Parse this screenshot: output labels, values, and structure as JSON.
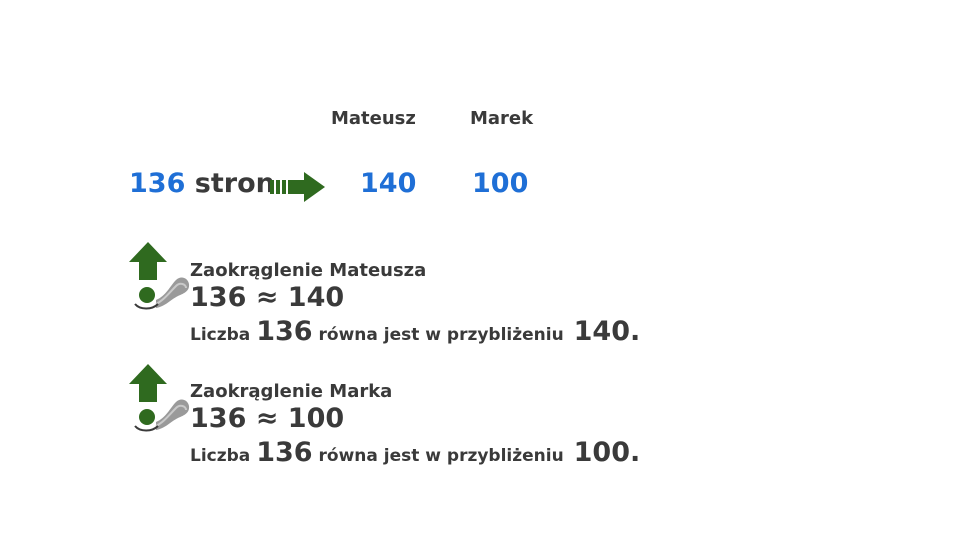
{
  "columns": {
    "first": "Mateusz",
    "second": "Marek"
  },
  "top_row": {
    "value": "136",
    "unit": "stron",
    "first_value": "140",
    "second_value": "100"
  },
  "sections": [
    {
      "title": "Zaokrąglenie Mateusza",
      "formula": "136 ≈ 140",
      "sentence_prefix": "Liczba",
      "sentence_num": "136",
      "sentence_middle": "równa jest w przybliżeniu",
      "sentence_result": "140."
    },
    {
      "title": "Zaokrąglenie Marka",
      "formula": "136 ≈ 100",
      "sentence_prefix": "Liczba",
      "sentence_num": "136",
      "sentence_middle": "równa jest w przybliżeniu",
      "sentence_result": "100."
    }
  ],
  "colors": {
    "accent_blue": "#1f6fd6",
    "icon_green": "#2f6a1f",
    "text_dark": "#3a3a3a"
  },
  "icons": {
    "arrow": "right-arrow-icon",
    "rounding": "rounding-up-icon"
  }
}
